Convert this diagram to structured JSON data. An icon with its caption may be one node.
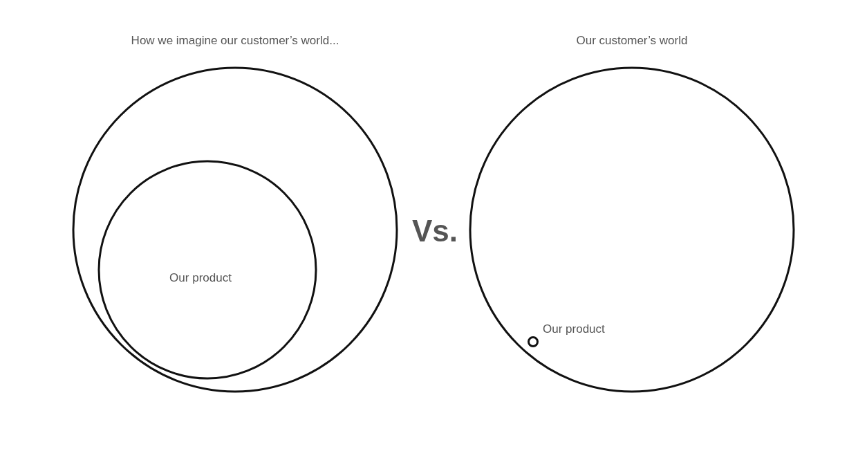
{
  "diagram": {
    "nodes": [
      {
        "text": [
          "How we imagine our customer’s world..."
        ]
      },
      {
        "text": [
          "Our product"
        ],
        "in": 0
      },
      {
        "text": [
          "Our customer’s world"
        ]
      },
      {
        "text": [],
        "shape": "circle",
        "in": 2,
        "beside": [
          "Our product"
        ]
      }
    ],
    "labels": [
      "Vs."
    ]
  }
}
